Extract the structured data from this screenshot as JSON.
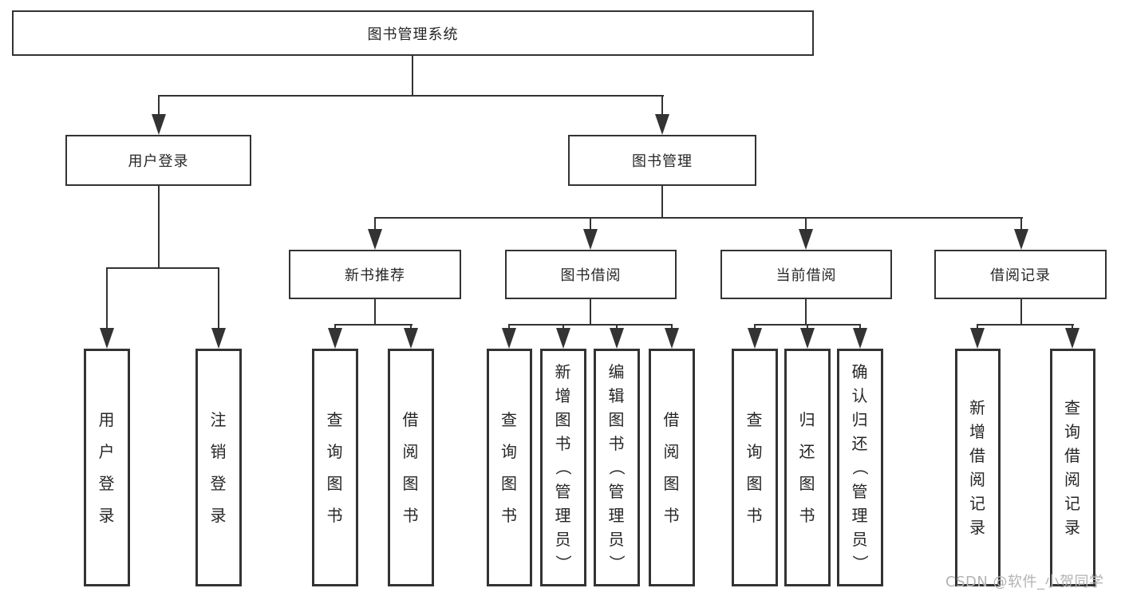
{
  "diagram": {
    "nodes": {
      "root": {
        "label": "图书管理系统"
      },
      "user_login": {
        "label": "用户登录"
      },
      "book_mgmt": {
        "label": "图书管理"
      },
      "new_book_rec": {
        "label": "新书推荐"
      },
      "book_borrow": {
        "label": "图书借阅"
      },
      "current_borrow": {
        "label": "当前借阅"
      },
      "borrow_records": {
        "label": "借阅记录"
      }
    },
    "leaves": {
      "user_login": [
        "用户登录",
        "注销登录"
      ],
      "new_book_rec": [
        "查询图书",
        "借阅图书"
      ],
      "book_borrow": [
        "查询图书",
        "新增图书（管理员）",
        "编辑图书（管理员）",
        "借阅图书"
      ],
      "current_borrow": [
        "查询图书",
        "归还图书",
        "确认归还（管理员）"
      ],
      "borrow_records": [
        "新增借阅记录",
        "查询借阅记录"
      ]
    },
    "watermark": "CSDN @软件_小贺同学",
    "colors": {
      "line": "#333333",
      "text": "#262626",
      "watermark": "#b3b3b3",
      "background": "#ffffff"
    }
  }
}
